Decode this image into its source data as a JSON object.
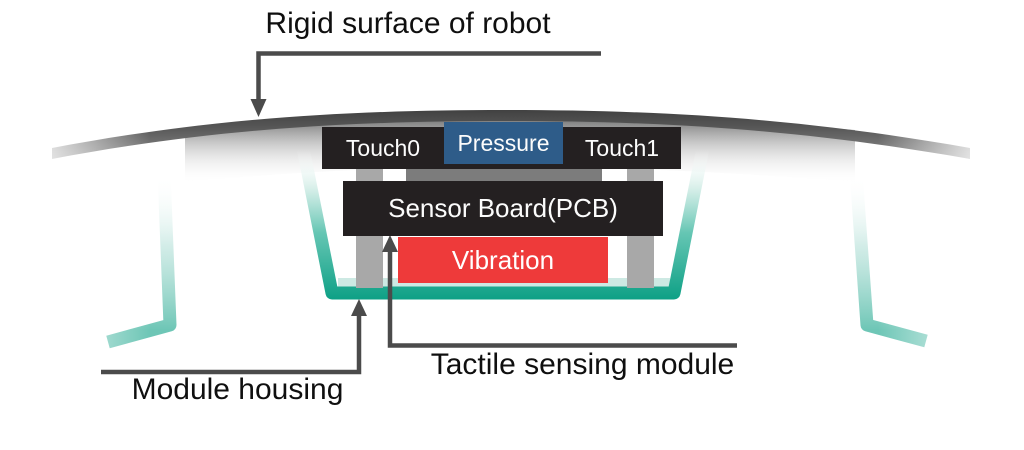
{
  "labels": {
    "rigid_surface": "Rigid surface of robot",
    "module_housing": "Module housing",
    "tactile_module": "Tactile sensing module"
  },
  "module": {
    "touch0": "Touch0",
    "pressure": "Pressure",
    "touch1": "Touch1",
    "sensor_board": "Sensor Board(PCB)",
    "vibration": "Vibration"
  },
  "colors": {
    "bar_dark": "#242021",
    "pressure_blue": "#2e5c89",
    "vibration_red": "#ee3a3a",
    "housing_teal": "#0da085",
    "pillar_gray": "#a8a8a8",
    "spacer_gray": "#7c7c7c",
    "leader_line_gray": "#4b4b4b",
    "surface_gray": "#4c4c4c"
  }
}
